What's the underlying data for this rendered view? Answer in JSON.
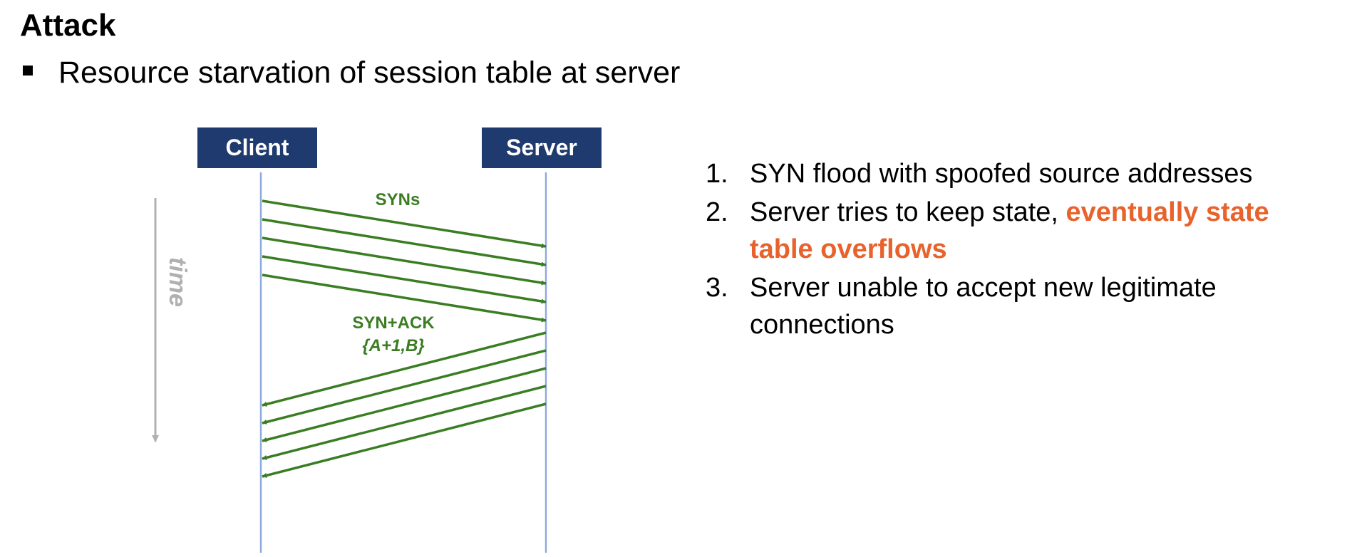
{
  "slide": {
    "title": "Attack",
    "bullet": "Resource starvation of session table at server"
  },
  "diagram": {
    "client_label": "Client",
    "server_label": "Server",
    "time_label": "time",
    "syn_label": "SYNs",
    "synack_label": "SYN+ACK",
    "synack_sub_label": "{A+1,B}",
    "syn_arrow_count": 5,
    "synack_arrow_count": 5,
    "colors": {
      "header_fill": "#1f3a6e",
      "lifeline": "#8faadc",
      "arrow": "#3a7d22",
      "time_axis": "#b0b0b0"
    }
  },
  "steps": [
    {
      "number": "1.",
      "text": "SYN flood with spoofed source addresses",
      "highlight": ""
    },
    {
      "number": "2.",
      "text": "Server tries to keep state, ",
      "highlight": "eventually state table overflows"
    },
    {
      "number": "3.",
      "text": "Server unable to accept new legitimate connections",
      "highlight": ""
    }
  ],
  "highlight_color": "#e8622c"
}
